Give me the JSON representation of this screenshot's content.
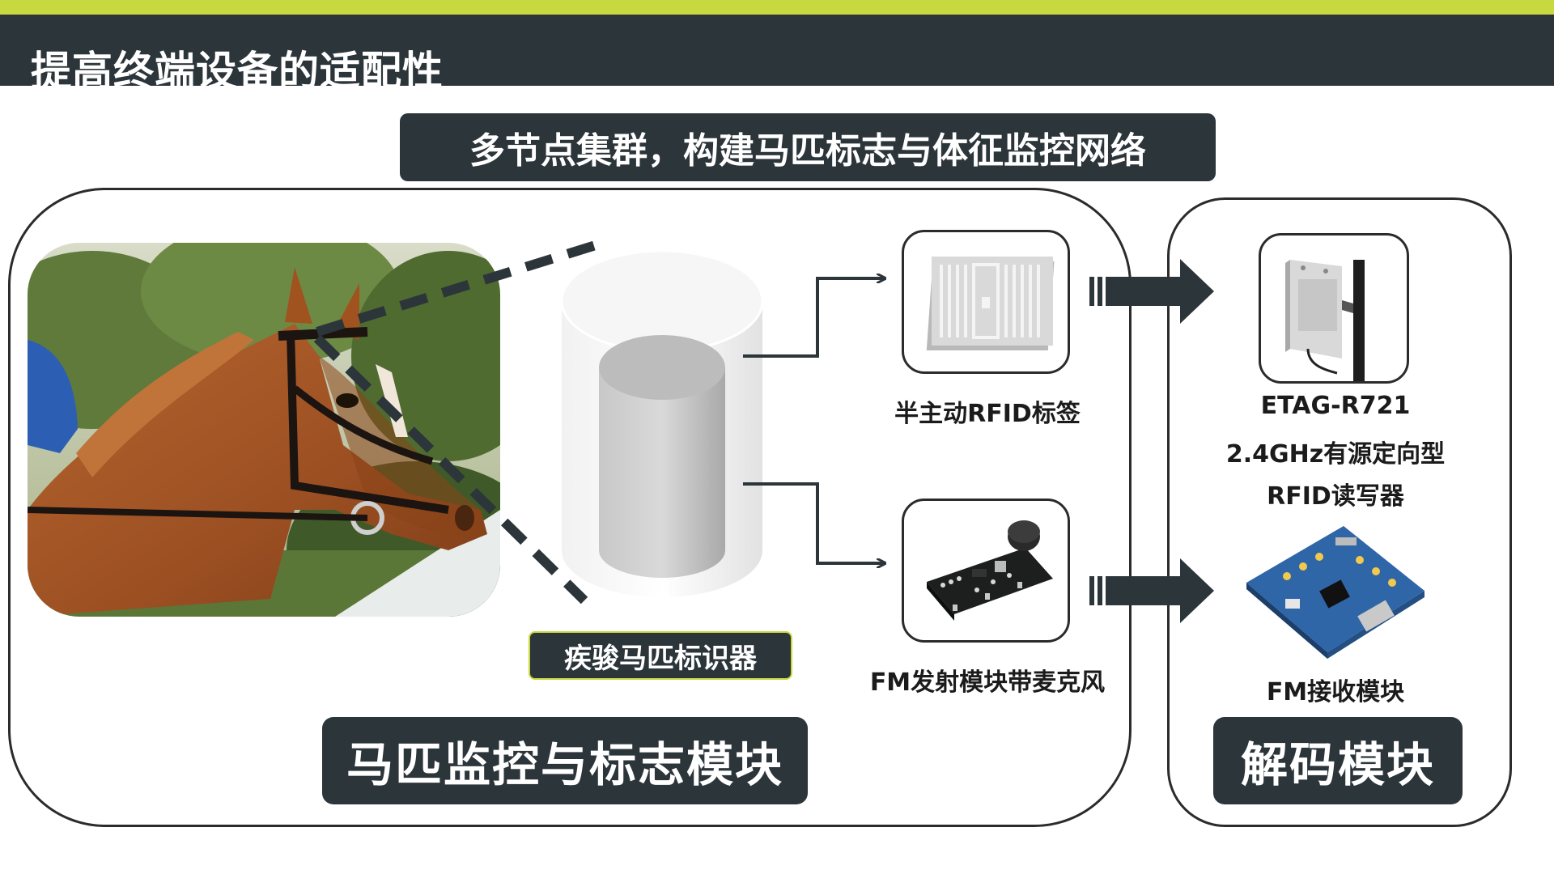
{
  "header": {
    "title": "提高终端设备的适配性"
  },
  "banner": {
    "text": "多节点集群，构建马匹标志与体征监控网络"
  },
  "left_panel": {
    "identifier_label": "疾骏马匹标识器",
    "module_label": "马匹监控与标志模块",
    "rfid_tag_label": "半主动RFID标签",
    "fm_transmitter_label": "FM发射模块带麦克风"
  },
  "right_panel": {
    "reader_model": "ETAG-R721",
    "reader_desc": "2.4GHz有源定向型",
    "reader_type": "RFID读写器",
    "fm_receiver_label": "FM接收模块",
    "module_label": "解码模块"
  },
  "colors": {
    "accent": "#c8d83f",
    "dark": "#2c353a"
  },
  "icons": [
    "horse-photo",
    "rfid-tag-icon",
    "fm-transmitter-icon",
    "rfid-reader-icon",
    "fm-receiver-icon",
    "cylinder-icon",
    "arrow-icon"
  ]
}
